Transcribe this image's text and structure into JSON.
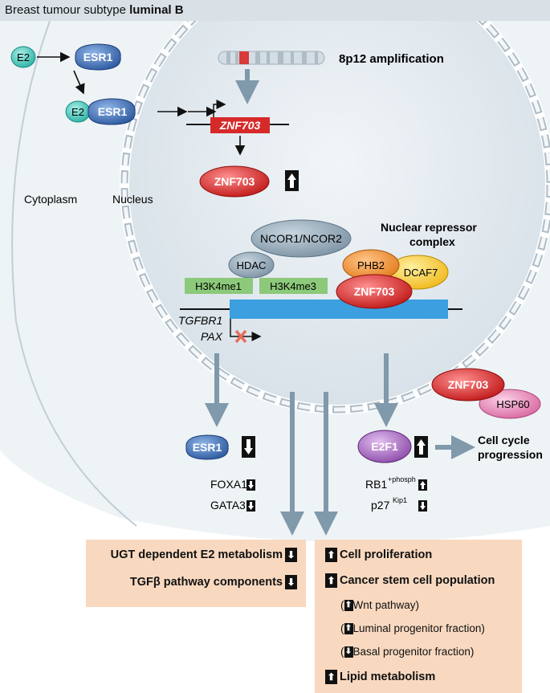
{
  "title": {
    "prefix": "Breast tumour subtype ",
    "bold": "luminal B"
  },
  "labels": {
    "e2": "E2",
    "esr1": "ESR1",
    "e2_bound": "E2",
    "esr1_bound": "ESR1",
    "amplification": "8p12 amplification",
    "gene": "ZNF703",
    "protein": "ZNF703",
    "cytoplasm": "Cytoplasm",
    "nucleus": "Nucleus",
    "ncor": "NCOR1/NCOR2",
    "complex_line1": "Nuclear repressor",
    "complex_line2": "complex",
    "hdac": "HDAC",
    "phb2": "PHB2",
    "dcaf7": "DCAF7",
    "h3k4me1": "H3K4me1",
    "h3k4me3": "H3K4me3",
    "complex_znf703": "ZNF703",
    "tgfbr1": "TGFBR1",
    "pax": "PAX",
    "znf703_cyto": "ZNF703",
    "hsp60": "HSP60",
    "esr1_down": "ESR1",
    "e2f1": "E2F1",
    "cell_cycle_1": "Cell cycle",
    "cell_cycle_2": "progression",
    "foxa1": "FOXA1",
    "gata3": "GATA3",
    "rb1": "RB1",
    "rb1_sup": "+phosph",
    "p27": "p27",
    "p27_sup": "Kip1"
  },
  "left_box": {
    "ugt": "UGT dependent E2 metabolism",
    "tgfb": "TGFβ pathway components"
  },
  "right_box": {
    "proliferation": "Cell proliferation",
    "stem": "Cancer stem cell population",
    "wnt": "Wnt pathway)",
    "luminal": "Luminal progenitor fraction)",
    "basal": "Basal progenitor fraction)",
    "lipid": "Lipid metabolism",
    "paren": "("
  },
  "arrows": {
    "up": "⬆",
    "down": "⬇"
  },
  "colors": {
    "esr1": "#3f73b8",
    "e2": "#3cc0b4",
    "znf703": "#d62a2a",
    "ncor": "#8fa4b3",
    "phb2": "#ee8d2e",
    "dcaf7": "#f5c42e",
    "histone": "#8cc97a",
    "dna_bar": "#3b9fe0",
    "e2f1": "#9b5bb0",
    "hsp60": "#e386b8",
    "nucleus": "#e4ebf0",
    "box": "#f8d9c0"
  }
}
